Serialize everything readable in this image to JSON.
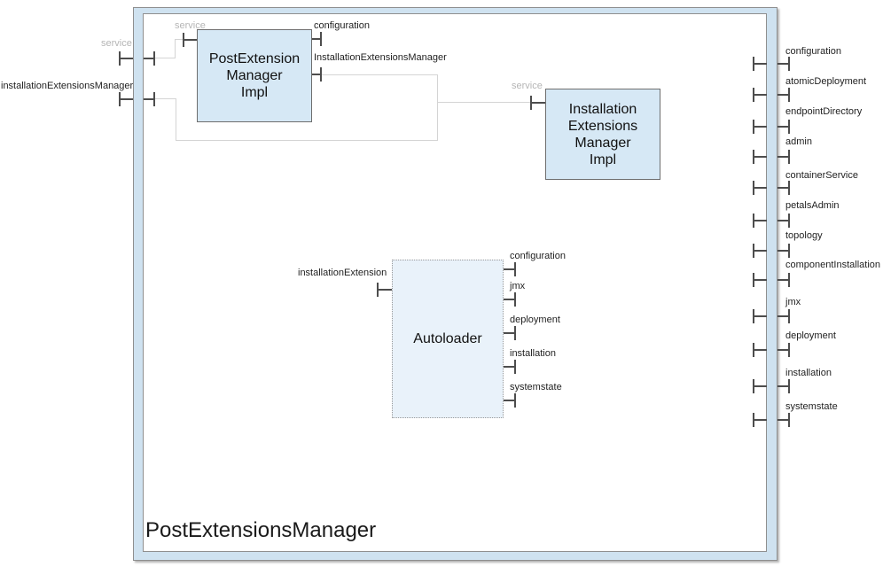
{
  "title": "PostExtensionsManager",
  "colors": {
    "frame_band": "#cfe2f0",
    "frame_border": "#8f8f8f",
    "component_fill": "#d6e8f5",
    "component_border": "#6e6e6e",
    "autoloader_fill": "#e9f2fa",
    "connector": "#d4d4d4",
    "port_tick": "#4d4d4d",
    "label_text": "#1f1f1f",
    "muted_label": "#b5b5b5"
  },
  "border_ports": {
    "left": [
      {
        "label": "service"
      },
      {
        "label": "installationExtensionsManager"
      }
    ],
    "right": [
      "configuration",
      "atomicDeployment",
      "endpointDirectory",
      "admin",
      "containerService",
      "petalsAdmin",
      "topology",
      "componentInstallation",
      "jmx",
      "deployment",
      "installation",
      "systemstate"
    ]
  },
  "components": {
    "post_extension_manager_impl": {
      "lines": [
        "PostExtension",
        "Manager",
        "Impl"
      ],
      "ports": {
        "service": "service",
        "configuration": "configuration",
        "installation_extensions_manager": "InstallationExtensionsManager"
      }
    },
    "installation_extensions_manager_impl": {
      "lines": [
        "Installation",
        "Extensions",
        "Manager",
        "Impl"
      ],
      "ports": {
        "service": "service"
      }
    },
    "autoloader": {
      "name": "Autoloader",
      "left_port": "installationExtension",
      "right_ports": [
        "configuration",
        "jmx",
        "deployment",
        "installation",
        "systemstate"
      ]
    }
  }
}
